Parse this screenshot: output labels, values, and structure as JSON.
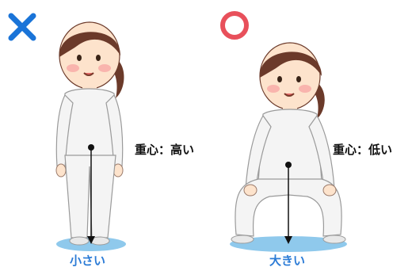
{
  "panels": {
    "bad": {
      "mark": "cross-mark",
      "mark_color": "#1a74d8",
      "center_of_gravity_label": "重心：高い",
      "base_label": "小さい"
    },
    "good": {
      "mark": "circle-mark",
      "mark_color": "#e8505b",
      "center_of_gravity_label": "重心：低い",
      "base_label": "大きい"
    }
  },
  "colors": {
    "base_ellipse": "#8fc9ec",
    "base_label": "#2b7bd6",
    "suit": "#f4f4f4",
    "hair": "#6b3a2a",
    "skin": "#fde3cc",
    "cheek": "#f6a0a0"
  }
}
